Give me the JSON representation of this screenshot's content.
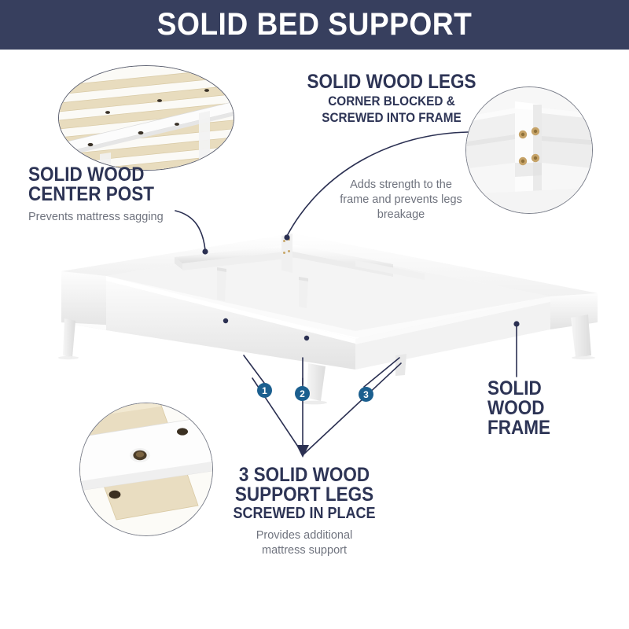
{
  "header": {
    "title": "SOLID BED SUPPORT",
    "background": "#373f5e",
    "text_color": "#ffffff"
  },
  "theme": {
    "navy": "#2d3455",
    "badge_blue": "#1b5f8f",
    "body_gray": "#6f737e",
    "page_background": "#ffffff",
    "leader_line": "#2b3052"
  },
  "callouts": {
    "center_post": {
      "heading_line1": "SOLID WOOD",
      "heading_line2": "CENTER POST",
      "body": "Prevents mattress sagging"
    },
    "wood_legs": {
      "heading": "SOLID WOOD LEGS",
      "subheading_line1": "CORNER BLOCKED &",
      "subheading_line2": "SCREWED INTO FRAME",
      "body_line1": "Adds strength to the",
      "body_line2": "frame and prevents legs",
      "body_line3": "breakage"
    },
    "wood_frame": {
      "heading_line1": "SOLID",
      "heading_line2": "WOOD",
      "heading_line3": "FRAME"
    },
    "support_legs": {
      "heading_line1": "3 SOLID WOOD",
      "heading_line2": "SUPPORT LEGS",
      "subheading": "SCREWED IN PLACE",
      "body_line1": "Provides additional",
      "body_line2": "mattress support"
    }
  },
  "badges": [
    {
      "label": "1"
    },
    {
      "label": "2"
    },
    {
      "label": "3"
    }
  ],
  "insets": {
    "slats": {
      "name": "wooden-slats-with-center-rail-photo"
    },
    "corner": {
      "name": "corner-block-leg-with-screws-photo"
    },
    "screw": {
      "name": "support-leg-screwed-in-place-photo"
    }
  },
  "product": {
    "name": "white-platform-bed-frame-illustration"
  }
}
